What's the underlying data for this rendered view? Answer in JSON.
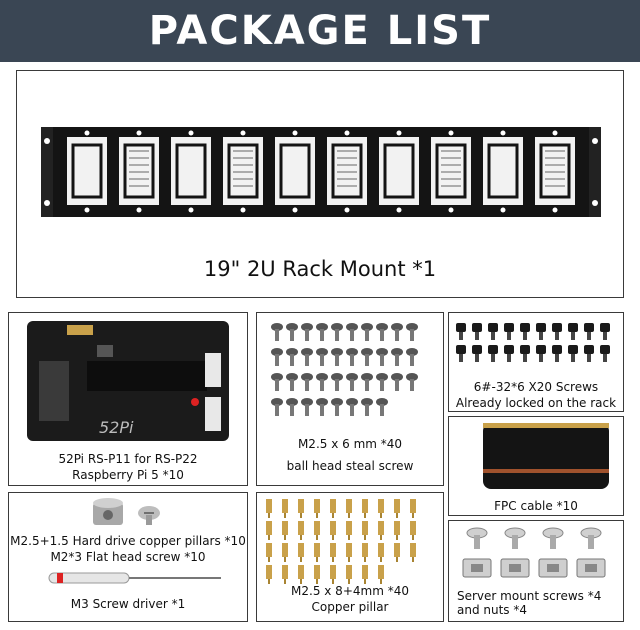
{
  "header": {
    "title": "PACKAGE LIST"
  },
  "items": {
    "rack_mount": {
      "label": "19\" 2U Rack Mount  *1"
    },
    "board": {
      "line1": "52Pi RS-P11 for RS-P22",
      "line2": "Raspberry Pi 5 *10",
      "silk_brand": "52Pi"
    },
    "ball_screw": {
      "line1": "M2.5 x 6 mm  *40",
      "line2": "ball head steal screw"
    },
    "rack_screws": {
      "line1": "6#-32*6 X20 Screws",
      "line2": "Already locked on the rack"
    },
    "fpc_cable": {
      "label": "FPC cable *10"
    },
    "hdd_kit": {
      "line1": "M2.5+1.5 Hard drive copper pillars *10",
      "line2": "M2*3  Flat head screw *10",
      "line3": "M3 Screw driver *1"
    },
    "copper_pillar": {
      "line1": "M2.5 x 8+4mm  *40",
      "line2": "Copper pillar"
    },
    "server_screws": {
      "line1": "Server mount screws *4",
      "line2": "and nuts *4"
    }
  },
  "colors": {
    "header_bg": "#3a4654",
    "metal_black": "#141414",
    "brass": "#c9a14a",
    "pcb": "#1b1b1b"
  }
}
